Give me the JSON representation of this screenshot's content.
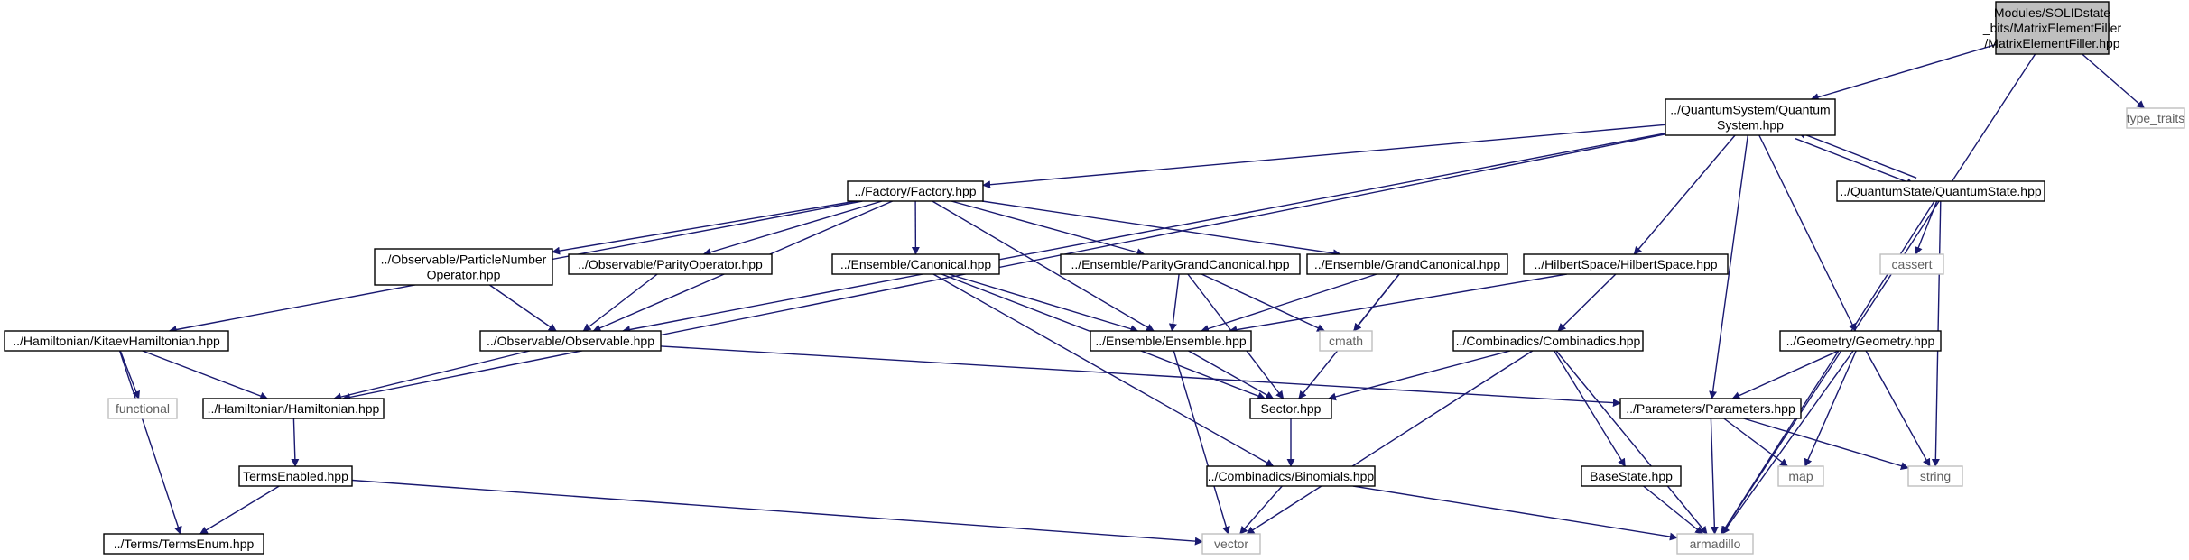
{
  "colors": {
    "edge": "#191970",
    "node_border": "#000000",
    "node_fill": "#ffffff",
    "root_fill": "#bfbfbf",
    "sys_border": "#bfbfbf",
    "sys_text": "#606060"
  },
  "nodes": [
    {
      "id": "root",
      "lines": [
        "Modules/SOLIDstate",
        "_bits/MatrixElementFiller",
        "/MatrixElementFiller.hpp"
      ],
      "kind": "root"
    },
    {
      "id": "quantumsystem",
      "lines": [
        "../QuantumSystem/Quantum",
        "System.hpp"
      ],
      "kind": "local"
    },
    {
      "id": "type_traits",
      "lines": [
        "type_traits"
      ],
      "kind": "system"
    },
    {
      "id": "factory",
      "lines": [
        "../Factory/Factory.hpp"
      ],
      "kind": "local"
    },
    {
      "id": "quantumstate",
      "lines": [
        "../QuantumState/QuantumState.hpp"
      ],
      "kind": "local"
    },
    {
      "id": "cassert",
      "lines": [
        "cassert"
      ],
      "kind": "system"
    },
    {
      "id": "particlenumber",
      "lines": [
        "../Observable/ParticleNumber",
        "Operator.hpp"
      ],
      "kind": "local"
    },
    {
      "id": "parity",
      "lines": [
        "../Observable/ParityOperator.hpp"
      ],
      "kind": "local"
    },
    {
      "id": "canonical",
      "lines": [
        "../Ensemble/Canonical.hpp"
      ],
      "kind": "local"
    },
    {
      "id": "paritygc",
      "lines": [
        "../Ensemble/ParityGrandCanonical.hpp"
      ],
      "kind": "local"
    },
    {
      "id": "grandcanonical",
      "lines": [
        "../Ensemble/GrandCanonical.hpp"
      ],
      "kind": "local"
    },
    {
      "id": "hilbertspace",
      "lines": [
        "../HilbertSpace/HilbertSpace.hpp"
      ],
      "kind": "local"
    },
    {
      "id": "kitaev",
      "lines": [
        "../Hamiltonian/KitaevHamiltonian.hpp"
      ],
      "kind": "local"
    },
    {
      "id": "observable",
      "lines": [
        "../Observable/Observable.hpp"
      ],
      "kind": "local"
    },
    {
      "id": "ensemble",
      "lines": [
        "../Ensemble/Ensemble.hpp"
      ],
      "kind": "local"
    },
    {
      "id": "cmath",
      "lines": [
        "cmath"
      ],
      "kind": "system"
    },
    {
      "id": "combinadics",
      "lines": [
        "../Combinadics/Combinadics.hpp"
      ],
      "kind": "local"
    },
    {
      "id": "geometry",
      "lines": [
        "../Geometry/Geometry.hpp"
      ],
      "kind": "local"
    },
    {
      "id": "functional",
      "lines": [
        "functional"
      ],
      "kind": "system"
    },
    {
      "id": "hamiltonian",
      "lines": [
        "../Hamiltonian/Hamiltonian.hpp"
      ],
      "kind": "local"
    },
    {
      "id": "sector",
      "lines": [
        "Sector.hpp"
      ],
      "kind": "local"
    },
    {
      "id": "parameters",
      "lines": [
        "../Parameters/Parameters.hpp"
      ],
      "kind": "local"
    },
    {
      "id": "termsenabled",
      "lines": [
        "TermsEnabled.hpp"
      ],
      "kind": "local"
    },
    {
      "id": "binomials",
      "lines": [
        "../Combinadics/Binomials.hpp"
      ],
      "kind": "local"
    },
    {
      "id": "basestate",
      "lines": [
        "BaseState.hpp"
      ],
      "kind": "local"
    },
    {
      "id": "map",
      "lines": [
        "map"
      ],
      "kind": "system"
    },
    {
      "id": "string",
      "lines": [
        "string"
      ],
      "kind": "system"
    },
    {
      "id": "termsenum",
      "lines": [
        "../Terms/TermsEnum.hpp"
      ],
      "kind": "local"
    },
    {
      "id": "vector",
      "lines": [
        "vector"
      ],
      "kind": "system"
    },
    {
      "id": "armadillo",
      "lines": [
        "armadillo"
      ],
      "kind": "system"
    }
  ],
  "edges": [
    [
      "root",
      "quantumsystem"
    ],
    [
      "root",
      "type_traits"
    ],
    [
      "root",
      "armadillo"
    ],
    [
      "quantumsystem",
      "factory"
    ],
    [
      "quantumsystem",
      "quantumstate"
    ],
    [
      "quantumsystem",
      "hilbertspace"
    ],
    [
      "quantumsystem",
      "geometry"
    ],
    [
      "quantumsystem",
      "hamiltonian"
    ],
    [
      "quantumsystem",
      "observable"
    ],
    [
      "quantumsystem",
      "parameters"
    ],
    [
      "quantumstate",
      "quantumsystem"
    ],
    [
      "quantumstate",
      "cassert"
    ],
    [
      "quantumstate",
      "string"
    ],
    [
      "quantumstate",
      "armadillo"
    ],
    [
      "factory",
      "particlenumber"
    ],
    [
      "factory",
      "parity"
    ],
    [
      "factory",
      "canonical"
    ],
    [
      "factory",
      "paritygc"
    ],
    [
      "factory",
      "grandcanonical"
    ],
    [
      "factory",
      "kitaev"
    ],
    [
      "factory",
      "observable"
    ],
    [
      "factory",
      "ensemble"
    ],
    [
      "particlenumber",
      "observable"
    ],
    [
      "parity",
      "observable"
    ],
    [
      "canonical",
      "ensemble"
    ],
    [
      "canonical",
      "sector"
    ],
    [
      "canonical",
      "binomials"
    ],
    [
      "paritygc",
      "ensemble"
    ],
    [
      "paritygc",
      "cmath"
    ],
    [
      "paritygc",
      "sector"
    ],
    [
      "grandcanonical",
      "ensemble"
    ],
    [
      "grandcanonical",
      "cmath"
    ],
    [
      "grandcanonical",
      "sector"
    ],
    [
      "hilbertspace",
      "ensemble"
    ],
    [
      "hilbertspace",
      "combinadics"
    ],
    [
      "kitaev",
      "functional"
    ],
    [
      "kitaev",
      "hamiltonian"
    ],
    [
      "kitaev",
      "termsenum"
    ],
    [
      "observable",
      "hamiltonian"
    ],
    [
      "observable",
      "parameters"
    ],
    [
      "ensemble",
      "sector"
    ],
    [
      "ensemble",
      "vector"
    ],
    [
      "combinadics",
      "sector"
    ],
    [
      "combinadics",
      "basestate"
    ],
    [
      "combinadics",
      "vector"
    ],
    [
      "combinadics",
      "armadillo"
    ],
    [
      "geometry",
      "parameters"
    ],
    [
      "geometry",
      "map"
    ],
    [
      "geometry",
      "string"
    ],
    [
      "geometry",
      "armadillo"
    ],
    [
      "hamiltonian",
      "termsenabled"
    ],
    [
      "sector",
      "binomials"
    ],
    [
      "parameters",
      "map"
    ],
    [
      "parameters",
      "string"
    ],
    [
      "parameters",
      "armadillo"
    ],
    [
      "termsenabled",
      "termsenum"
    ],
    [
      "termsenabled",
      "vector"
    ],
    [
      "binomials",
      "vector"
    ],
    [
      "binomials",
      "armadillo"
    ],
    [
      "basestate",
      "armadillo"
    ]
  ]
}
